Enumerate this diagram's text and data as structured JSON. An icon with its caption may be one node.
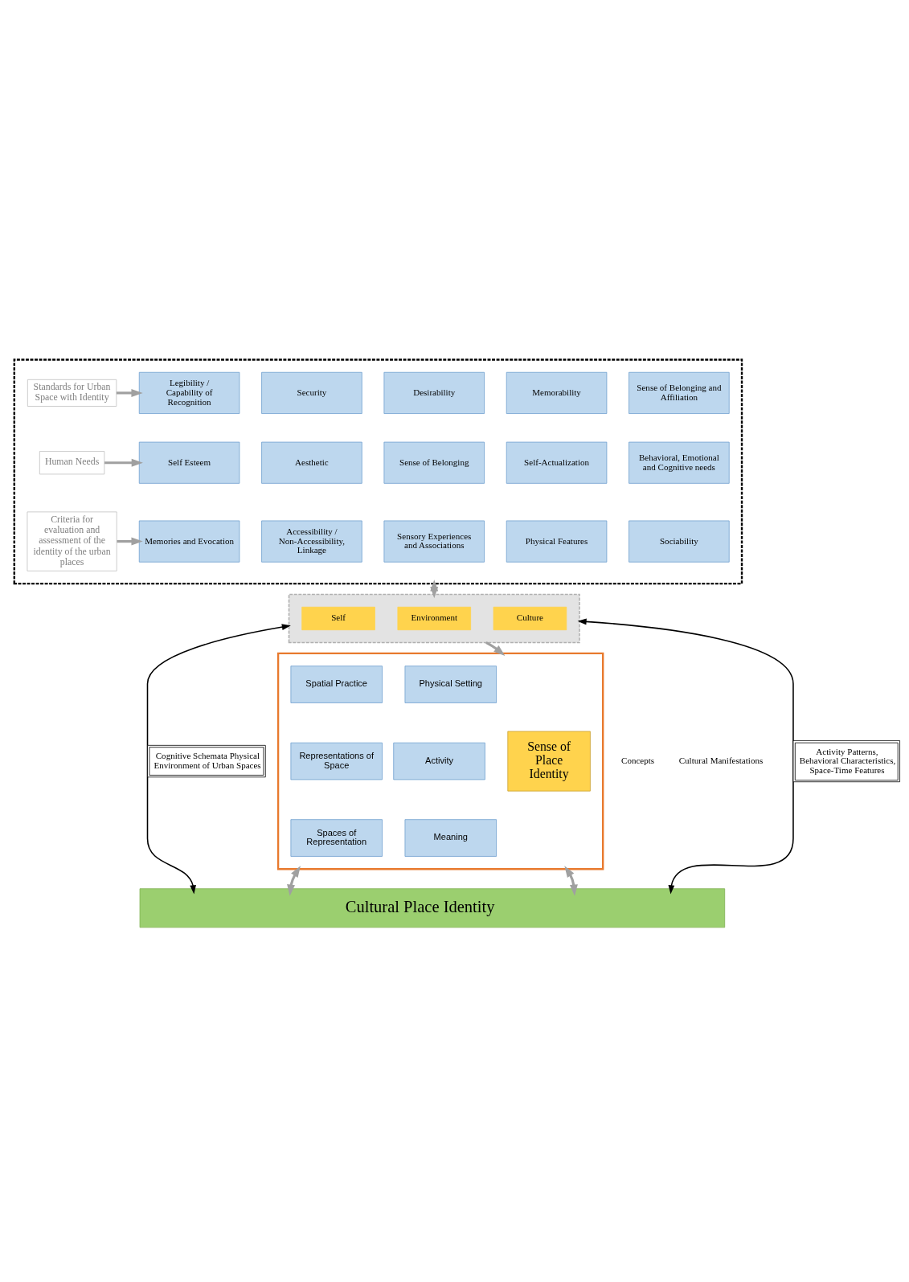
{
  "diagram": {
    "nodes": [
      {
        "text": [],
        "shape": "box"
      },
      {
        "text": [
          "Standards for Urban Space with Identity"
        ],
        "in": 0
      },
      {
        "text": [
          "Legibility / Capability of Recognition"
        ],
        "in": 0
      },
      {
        "text": [
          "Security"
        ],
        "in": 0
      },
      {
        "text": [
          "Desirability"
        ],
        "in": 0
      },
      {
        "text": [
          "Memorability"
        ],
        "in": 0
      },
      {
        "text": [
          "Sense of Belonging and Affiliation"
        ],
        "in": 0
      },
      {
        "text": [
          "Human Needs"
        ],
        "in": 0
      },
      {
        "text": [
          "Self Esteem"
        ],
        "in": 0
      },
      {
        "text": [
          "Aesthetic"
        ],
        "in": 0
      },
      {
        "text": [
          "Sense of Belonging"
        ],
        "in": 0
      },
      {
        "text": [
          "Self-Actualization"
        ],
        "in": 0
      },
      {
        "text": [
          "Behavioral, Emotional and Cognitive needs"
        ],
        "in": 0
      },
      {
        "text": [
          "Criteria for evaluation and assessment of the identity of the urban places"
        ],
        "in": 0
      },
      {
        "text": [
          "Memories and Evocation"
        ],
        "in": 0
      },
      {
        "text": [
          "Accessibility / Non-Accessibility, Linkage"
        ],
        "in": 0
      },
      {
        "text": [
          "Sensory Experiences and Associations"
        ],
        "in": 0
      },
      {
        "text": [
          "Physical Features"
        ],
        "in": 0
      },
      {
        "text": [
          "Sociability"
        ],
        "in": 0
      },
      {
        "text": [],
        "shape": "box"
      },
      {
        "text": [
          "Self"
        ],
        "in": 19
      },
      {
        "text": [
          "Environment"
        ],
        "in": 19
      },
      {
        "text": [
          "Culture"
        ],
        "in": 19
      },
      {
        "text": [],
        "shape": "box"
      },
      {
        "text": [
          "Spatial Practice"
        ],
        "in": 23
      },
      {
        "text": [
          "Representations of Space"
        ],
        "in": 23
      },
      {
        "text": [
          "Spaces of Representation"
        ],
        "in": 23
      },
      {
        "text": [
          "Sense of Place Identity"
        ],
        "in": 23
      },
      {
        "text": [
          "Physical Setting"
        ],
        "in": 23
      },
      {
        "text": [
          "Activity"
        ],
        "in": 23
      },
      {
        "text": [
          "Meaning"
        ],
        "in": 23
      },
      {
        "text": [
          "Cultural Place Identity"
        ]
      }
    ],
    "edges": [
      {
        "from": 1,
        "to": 2,
        "arrow": "to"
      },
      {
        "from": 7,
        "to": 8,
        "arrow": "to"
      },
      {
        "from": 13,
        "to": 14,
        "arrow": "to"
      },
      {
        "from": 0,
        "to": 19,
        "arrow": "both"
      },
      {
        "from": 19,
        "to": 23,
        "arrow": "to"
      },
      {
        "from": 19,
        "to": 31,
        "arrow": "both",
        "label": "Cognitive Schemata Physical Environment of Urban Spaces",
        "color": "#000000"
      },
      {
        "from": 23,
        "to": 31,
        "arrow": "both"
      },
      {
        "from": 23,
        "to": 31,
        "arrow": "both"
      },
      {
        "from": 19,
        "to": 31,
        "arrow": "both",
        "label": "Activity Patterns, Behavioral Characteristics, Space-Time Features",
        "color": "#000000"
      }
    ],
    "labels": [
      "Concepts",
      "Cultural Manifestations"
    ]
  }
}
